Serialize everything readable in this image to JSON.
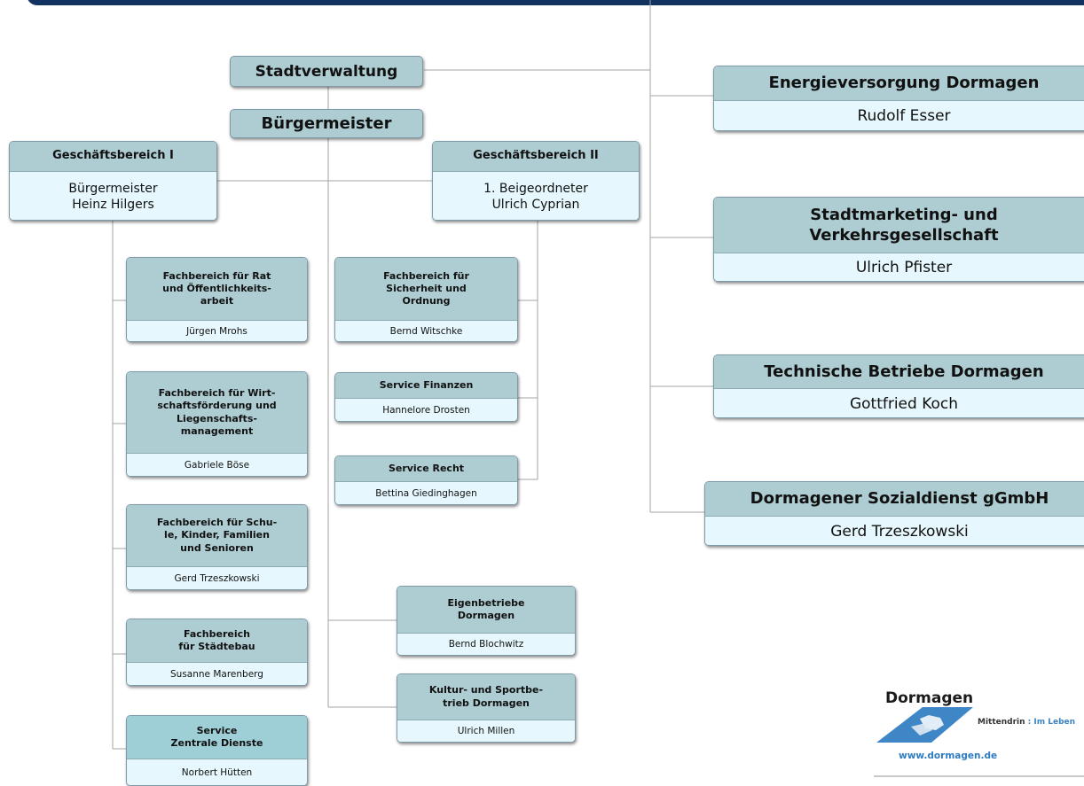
{
  "org": {
    "stadtverwaltung": "Stadtverwaltung",
    "buergermeister": "Bürgermeister",
    "gb1": {
      "title": "Geschäftsbereich I",
      "person": "Bürgermeister\nHeinz Hilgers"
    },
    "gb2": {
      "title": "Geschäftsbereich II",
      "person": "1. Beigeordneter\nUlrich Cyprian"
    },
    "left_units": [
      {
        "title": "Fachbereich für Rat\nund Öffentlichkeits-\narbeit",
        "person": "Jürgen Mrohs"
      },
      {
        "title": "Fachbereich für Wirt-\nschaftsförderung und\nLiegenschafts-\nmanagement",
        "person": "Gabriele Böse"
      },
      {
        "title": "Fachbereich für Schu-\nle, Kinder, Familien\nund Senioren",
        "person": "Gerd Trzeszkowski"
      },
      {
        "title": "Fachbereich\nfür Städtebau",
        "person": "Susanne Marenberg"
      },
      {
        "title": "Service\nZentrale Dienste",
        "person": "Norbert Hütten"
      }
    ],
    "mid_units": [
      {
        "title": "Fachbereich für\nSicherheit und\nOrdnung",
        "person": "Bernd Witschke"
      },
      {
        "title": "Service Finanzen",
        "person": "Hannelore Drosten"
      },
      {
        "title": "Service Recht",
        "person": "Bettina Giedinghagen"
      }
    ],
    "eigen_units": [
      {
        "title": "Eigenbetriebe\nDormagen",
        "person": "Bernd Blochwitz"
      },
      {
        "title": "Kultur- und Sportbe-\ntrieb Dormagen",
        "person": "Ulrich Millen"
      }
    ],
    "companies": [
      {
        "title": "Energieversorgung Dormagen",
        "person": "Rudolf Esser"
      },
      {
        "title": "Stadtmarketing- und\nVerkehrsgesellschaft",
        "person": "Ulrich Pfister"
      },
      {
        "title": "Technische Betriebe Dormagen",
        "person": "Gottfried Koch"
      },
      {
        "title": "Dormagener Sozialdienst gGmbH",
        "person": "Gerd Trzeszkowski"
      }
    ]
  },
  "logo": {
    "name": "Dormagen",
    "tagline_a": "Mittendrin",
    "tagline_b": " : Im Leben",
    "url": "www.dormagen.de"
  },
  "colors": {
    "header": "#aecdd3",
    "body": "#e6f8fd",
    "topbar": "#12335f",
    "accent": "#3b84c4"
  }
}
